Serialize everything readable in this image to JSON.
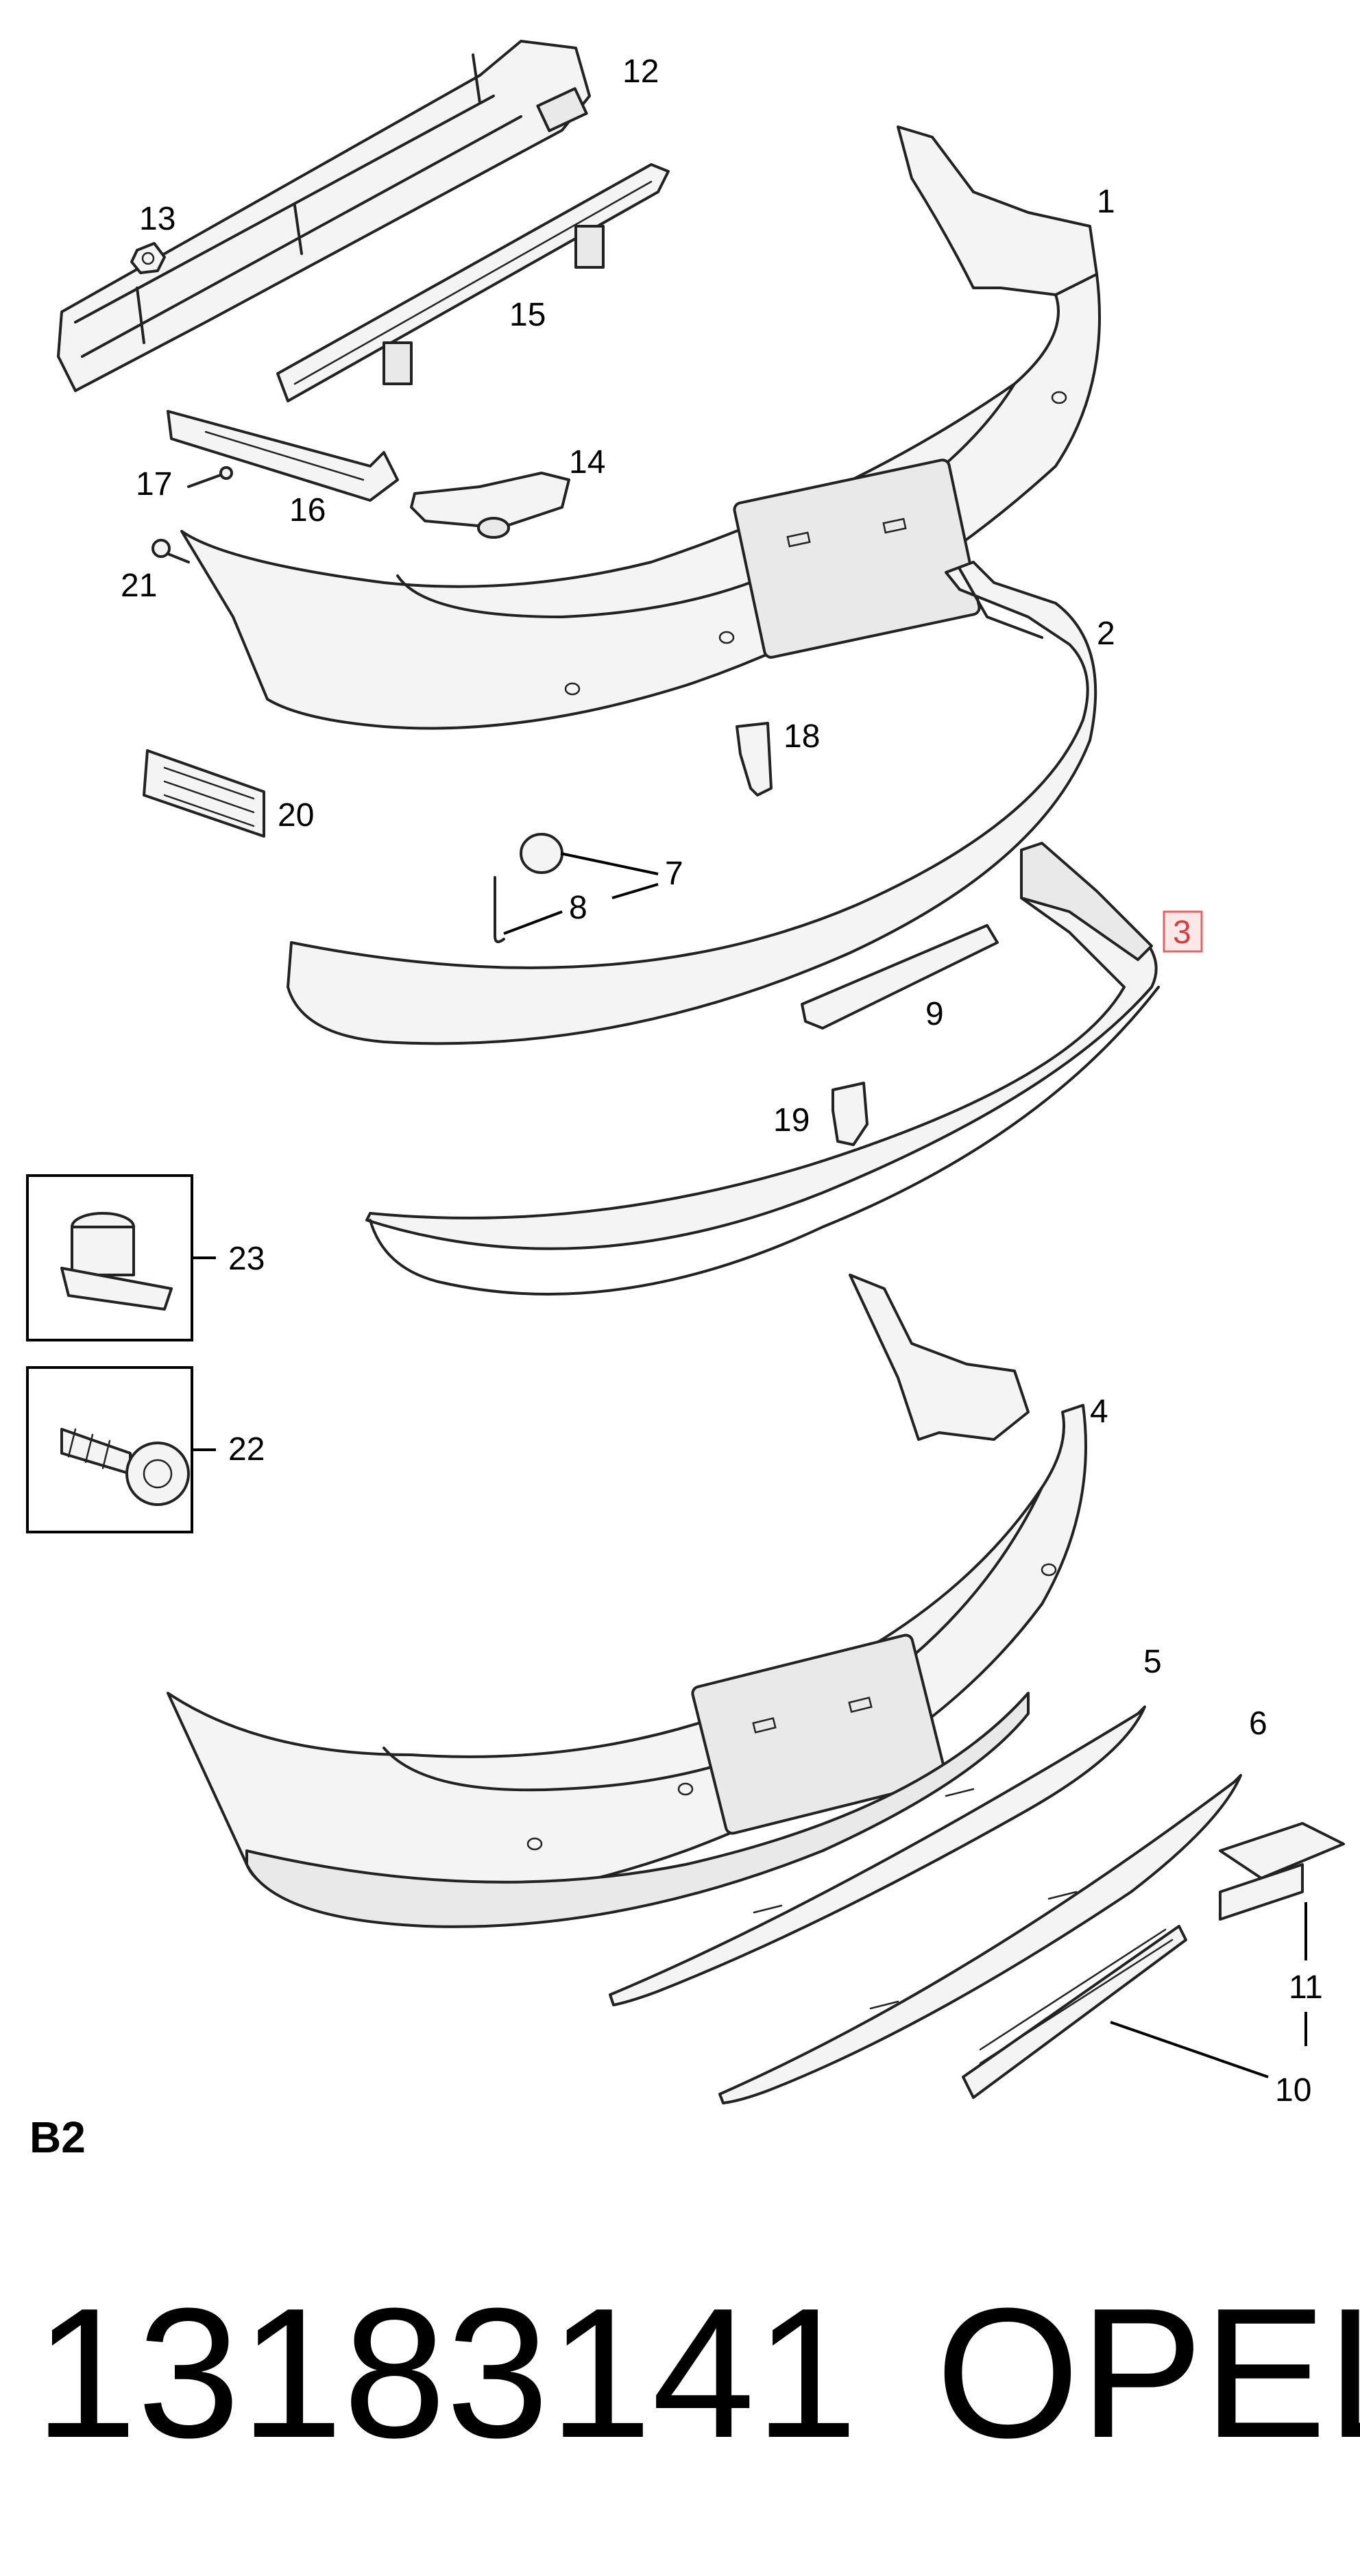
{
  "diagram": {
    "section_label": "B2",
    "part_number": "13183141",
    "brand": "OPEL",
    "highlighted_callout": "3",
    "callouts": {
      "c1": "1",
      "c2": "2",
      "c3": "3",
      "c4": "4",
      "c5": "5",
      "c6": "6",
      "c7": "7",
      "c8": "8",
      "c9": "9",
      "c10": "10",
      "c11": "11",
      "c12": "12",
      "c13": "13",
      "c14": "14",
      "c15": "15",
      "c16": "16",
      "c17": "17",
      "c18": "18",
      "c19": "19",
      "c20": "20",
      "c21": "21",
      "c22": "22",
      "c23": "23"
    }
  }
}
